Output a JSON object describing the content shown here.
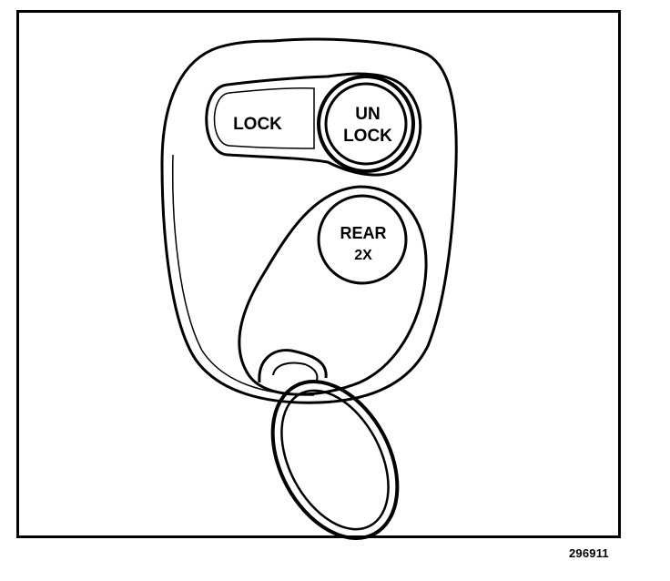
{
  "buttons": {
    "lock": "LOCK",
    "unlock_line1": "UN",
    "unlock_line2": "LOCK",
    "rear_line1": "REAR",
    "rear_line2": "2X"
  },
  "figure_number": "296911"
}
